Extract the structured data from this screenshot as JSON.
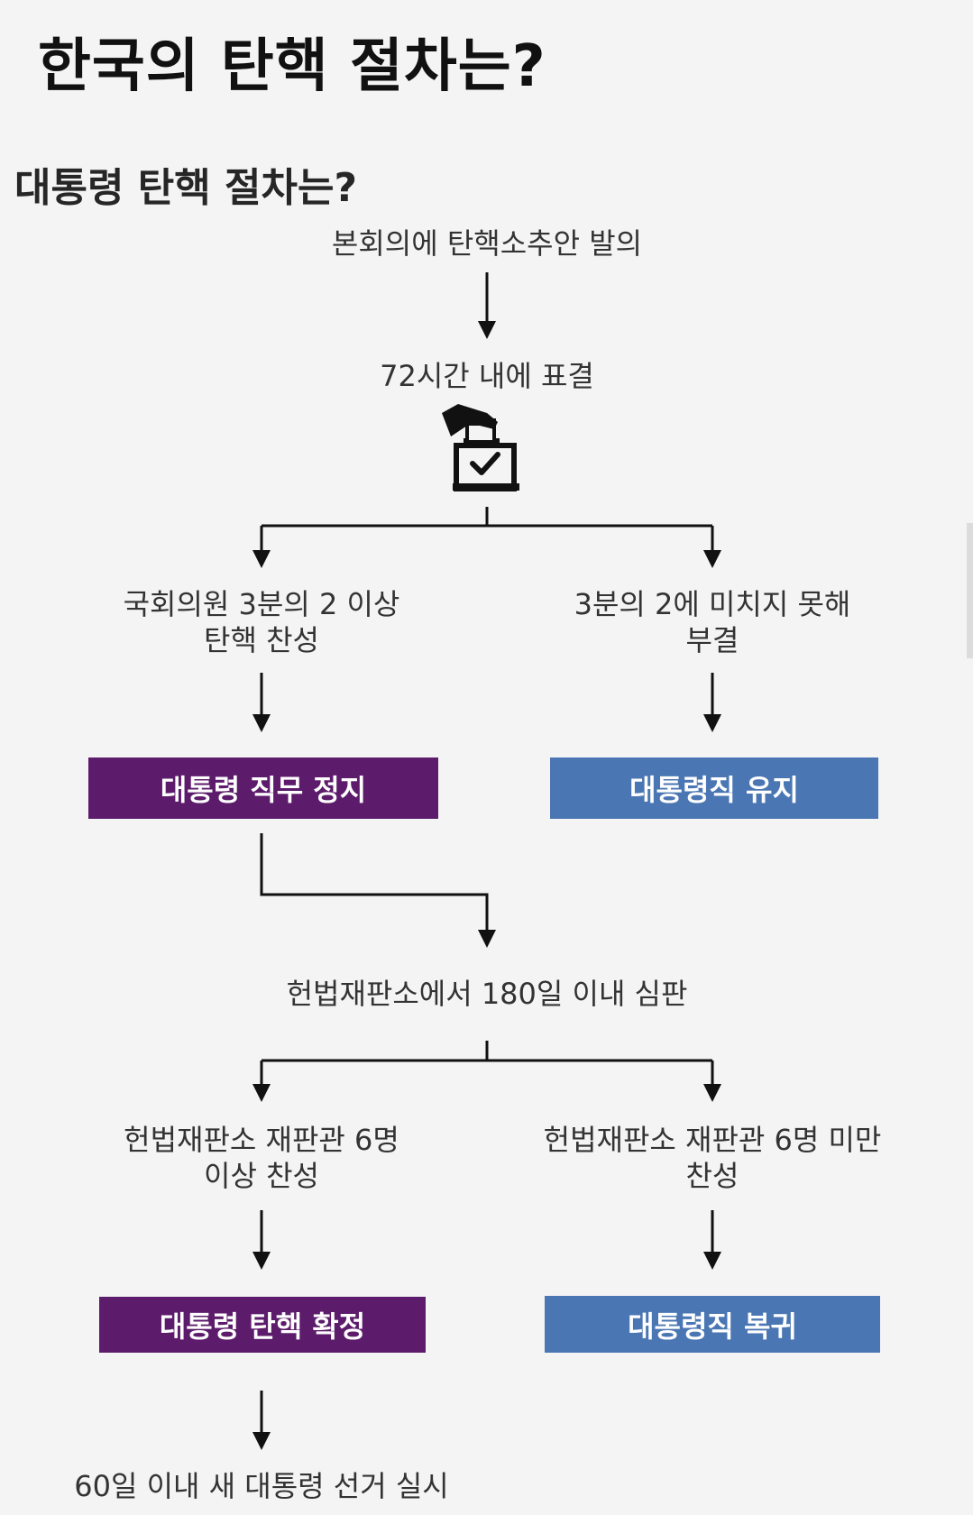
{
  "page_title": "한국의 탄핵 절차는?",
  "section_title": "대통령 탄핵 절차는?",
  "steps": {
    "proposal": "본회의에 탄핵소추안 발의",
    "vote": "72시간 내에 표결",
    "assembly_pass": [
      "국회의원 3분의 2 이상",
      "탄핵 찬성"
    ],
    "assembly_fail": [
      "3분의 2에 미치지 못해",
      "부결"
    ],
    "court_review": "헌법재판소에서 180일 이내 심판",
    "court_pass": [
      "헌법재판소 재판관 6명",
      "이상 찬성"
    ],
    "court_fail": [
      "헌법재판소 재판관 6명 미만",
      "찬성"
    ],
    "election": "60일 이내 새 대통령 선거 실시"
  },
  "boxes": {
    "suspension": "대통령 직무 정지",
    "retain": "대통령직 유지",
    "confirmed": "대통령 탄핵 확정",
    "reinstated": "대통령직 복귀"
  },
  "icons": {
    "ballot": "ballot-box-icon"
  },
  "colors": {
    "purple": "#5c1b6b",
    "blue": "#4a76b3",
    "line": "#111111"
  }
}
